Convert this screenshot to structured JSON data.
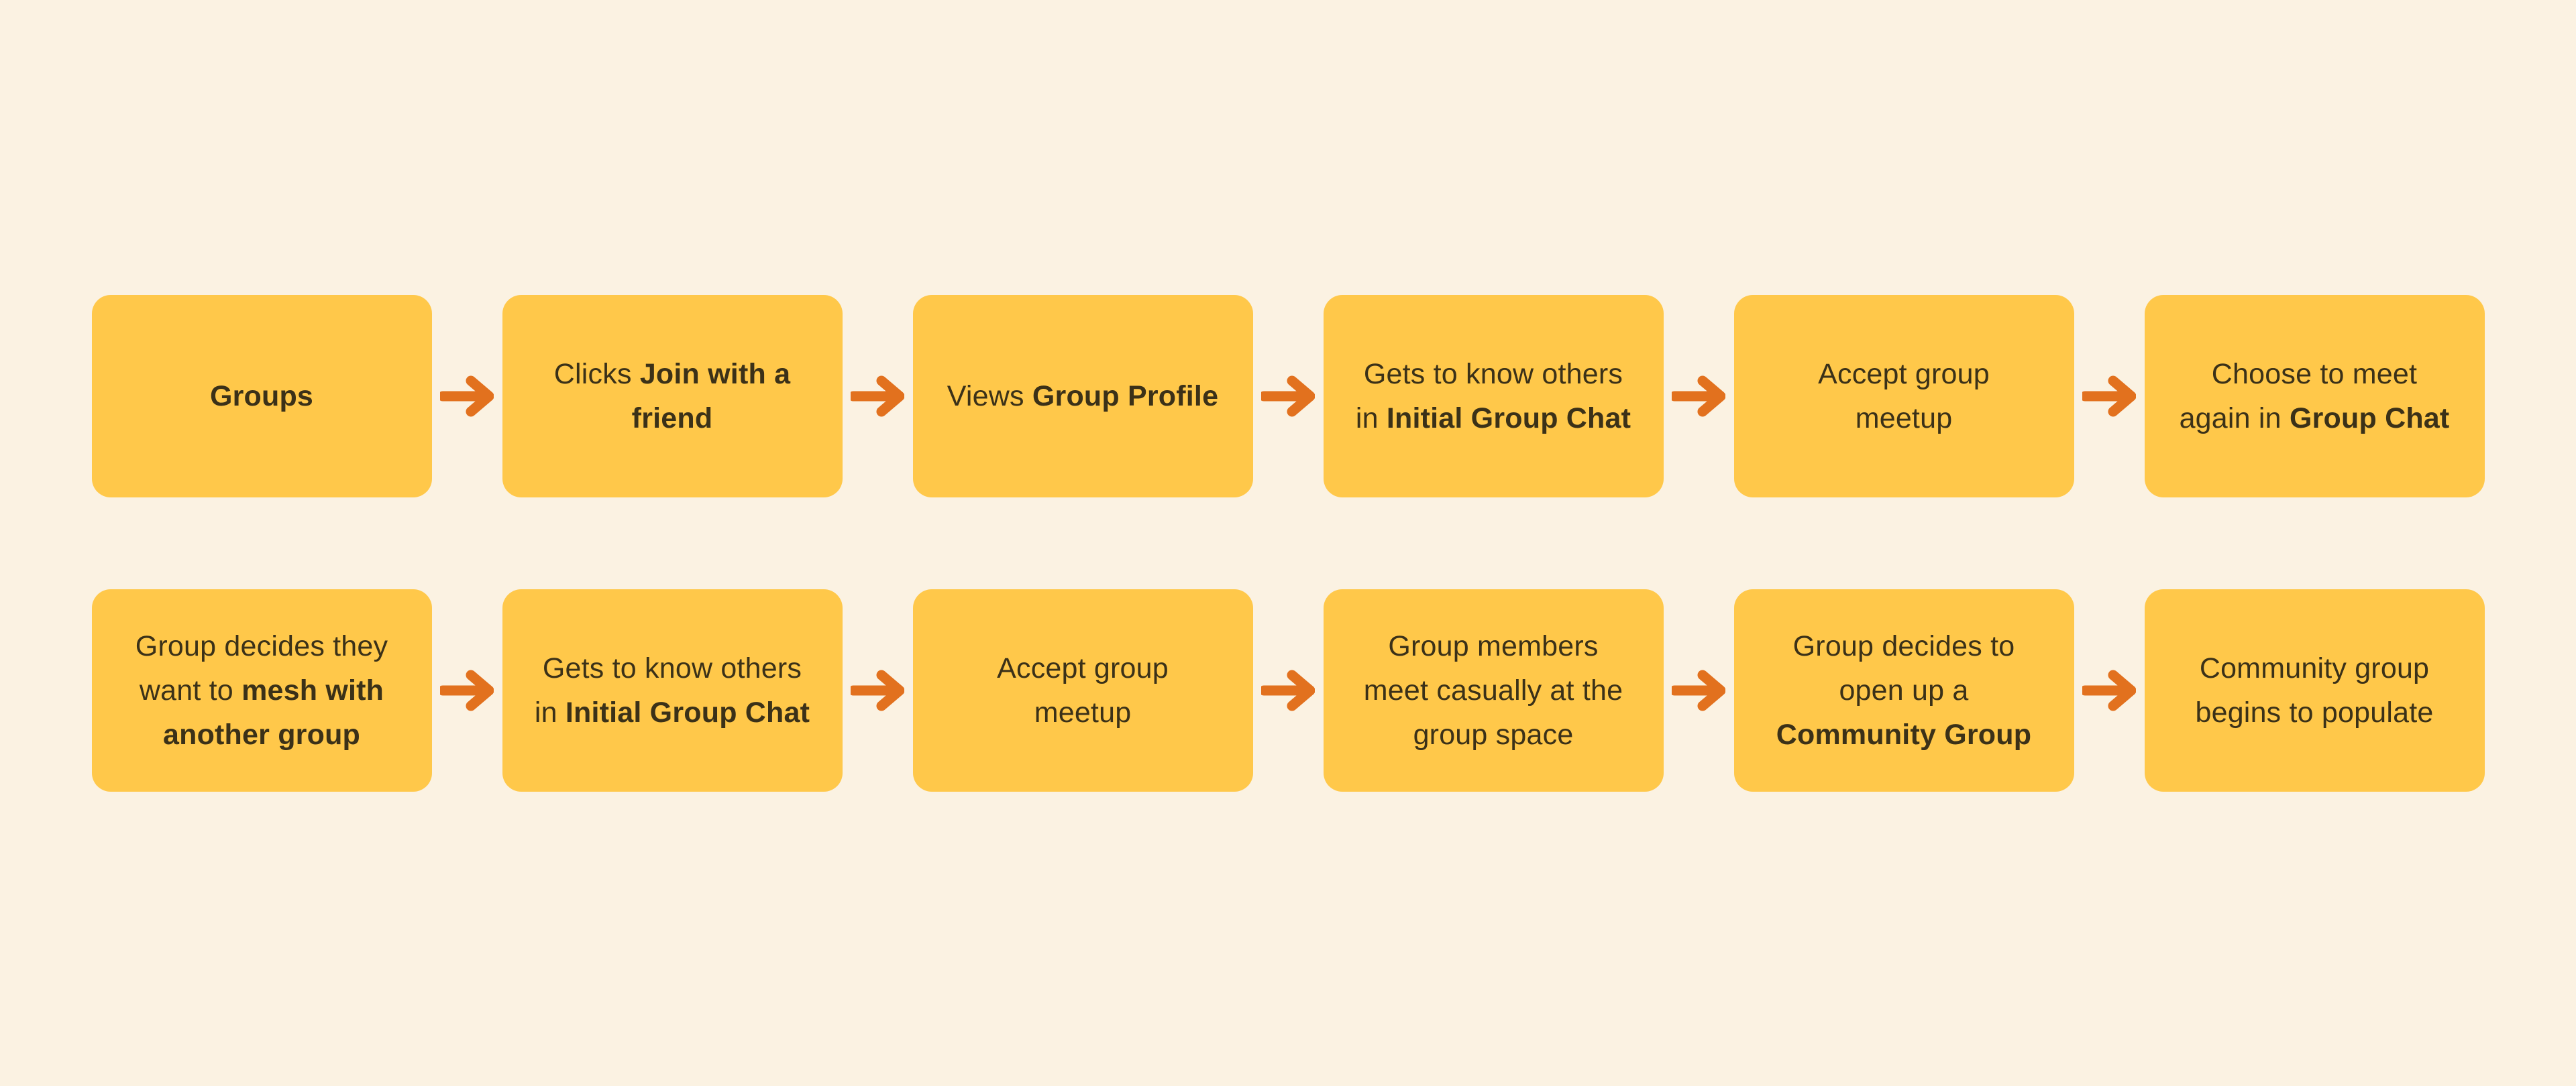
{
  "colors": {
    "background": "#FBF2E2",
    "box_fill": "#FFC84A",
    "text": "#3B3118",
    "arrow": "#E2711E"
  },
  "connector_icon": "arrow-right",
  "diagram": {
    "rows": [
      {
        "steps": [
          {
            "lines": [
              [
                {
                  "text": "Groups",
                  "bold": true
                }
              ]
            ]
          },
          {
            "lines": [
              [
                {
                  "text": "Clicks ",
                  "bold": false
                },
                {
                  "text": "Join with a",
                  "bold": true
                }
              ],
              [
                {
                  "text": "friend",
                  "bold": true
                }
              ]
            ]
          },
          {
            "lines": [
              [
                {
                  "text": "Views ",
                  "bold": false
                },
                {
                  "text": "Group Profile",
                  "bold": true
                }
              ]
            ]
          },
          {
            "lines": [
              [
                {
                  "text": "Gets to know others",
                  "bold": false
                }
              ],
              [
                {
                  "text": "in ",
                  "bold": false
                },
                {
                  "text": "Initial Group Chat",
                  "bold": true
                }
              ]
            ]
          },
          {
            "lines": [
              [
                {
                  "text": "Accept group",
                  "bold": false
                }
              ],
              [
                {
                  "text": "meetup",
                  "bold": false
                }
              ]
            ]
          },
          {
            "lines": [
              [
                {
                  "text": "Choose to meet",
                  "bold": false
                }
              ],
              [
                {
                  "text": "again in ",
                  "bold": false
                },
                {
                  "text": "Group Chat",
                  "bold": true
                }
              ]
            ]
          }
        ]
      },
      {
        "steps": [
          {
            "lines": [
              [
                {
                  "text": "Group decides they",
                  "bold": false
                }
              ],
              [
                {
                  "text": "want to ",
                  "bold": false
                },
                {
                  "text": "mesh with",
                  "bold": true
                }
              ],
              [
                {
                  "text": "another group",
                  "bold": true
                }
              ]
            ]
          },
          {
            "lines": [
              [
                {
                  "text": "Gets to know others",
                  "bold": false
                }
              ],
              [
                {
                  "text": "in ",
                  "bold": false
                },
                {
                  "text": "Initial Group Chat",
                  "bold": true
                }
              ]
            ]
          },
          {
            "lines": [
              [
                {
                  "text": "Accept group",
                  "bold": false
                }
              ],
              [
                {
                  "text": "meetup",
                  "bold": false
                }
              ]
            ]
          },
          {
            "lines": [
              [
                {
                  "text": "Group members",
                  "bold": false
                }
              ],
              [
                {
                  "text": "meet casually at the",
                  "bold": false
                }
              ],
              [
                {
                  "text": "group space",
                  "bold": false
                }
              ]
            ]
          },
          {
            "lines": [
              [
                {
                  "text": "Group decides to",
                  "bold": false
                }
              ],
              [
                {
                  "text": "open up a",
                  "bold": false
                }
              ],
              [
                {
                  "text": "Community Group",
                  "bold": true
                }
              ]
            ]
          },
          {
            "lines": [
              [
                {
                  "text": "Community group",
                  "bold": false
                }
              ],
              [
                {
                  "text": "begins to populate",
                  "bold": false
                }
              ]
            ]
          }
        ]
      }
    ]
  }
}
